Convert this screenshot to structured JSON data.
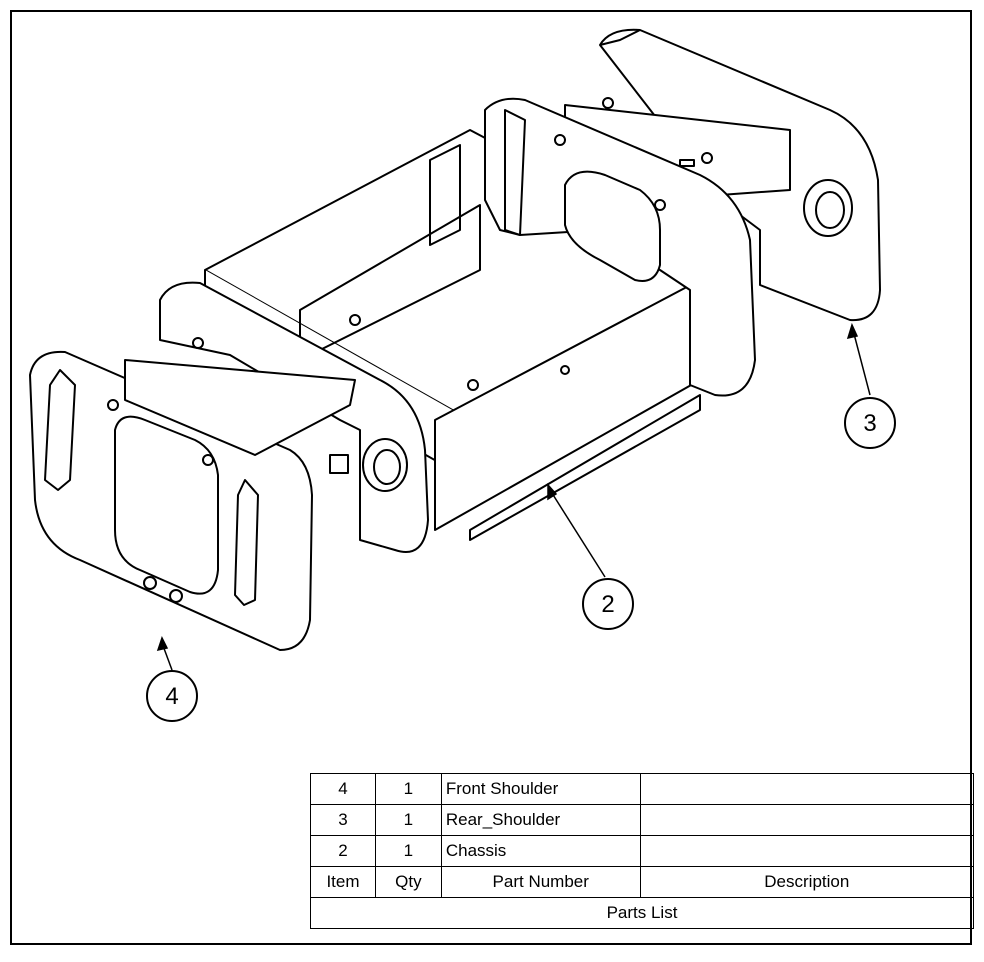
{
  "balloons": [
    {
      "number": "4"
    },
    {
      "number": "3"
    },
    {
      "number": "2"
    }
  ],
  "parts_list": {
    "rows": [
      {
        "item": "4",
        "qty": "1",
        "part_number": "Front Shoulder",
        "description": ""
      },
      {
        "item": "3",
        "qty": "1",
        "part_number": "Rear_Shoulder",
        "description": ""
      },
      {
        "item": "2",
        "qty": "1",
        "part_number": "Chassis",
        "description": ""
      }
    ],
    "headers": {
      "item": "Item",
      "qty": "Qty",
      "part_number": "Part Number",
      "description": "Description"
    },
    "title": "Parts List"
  }
}
